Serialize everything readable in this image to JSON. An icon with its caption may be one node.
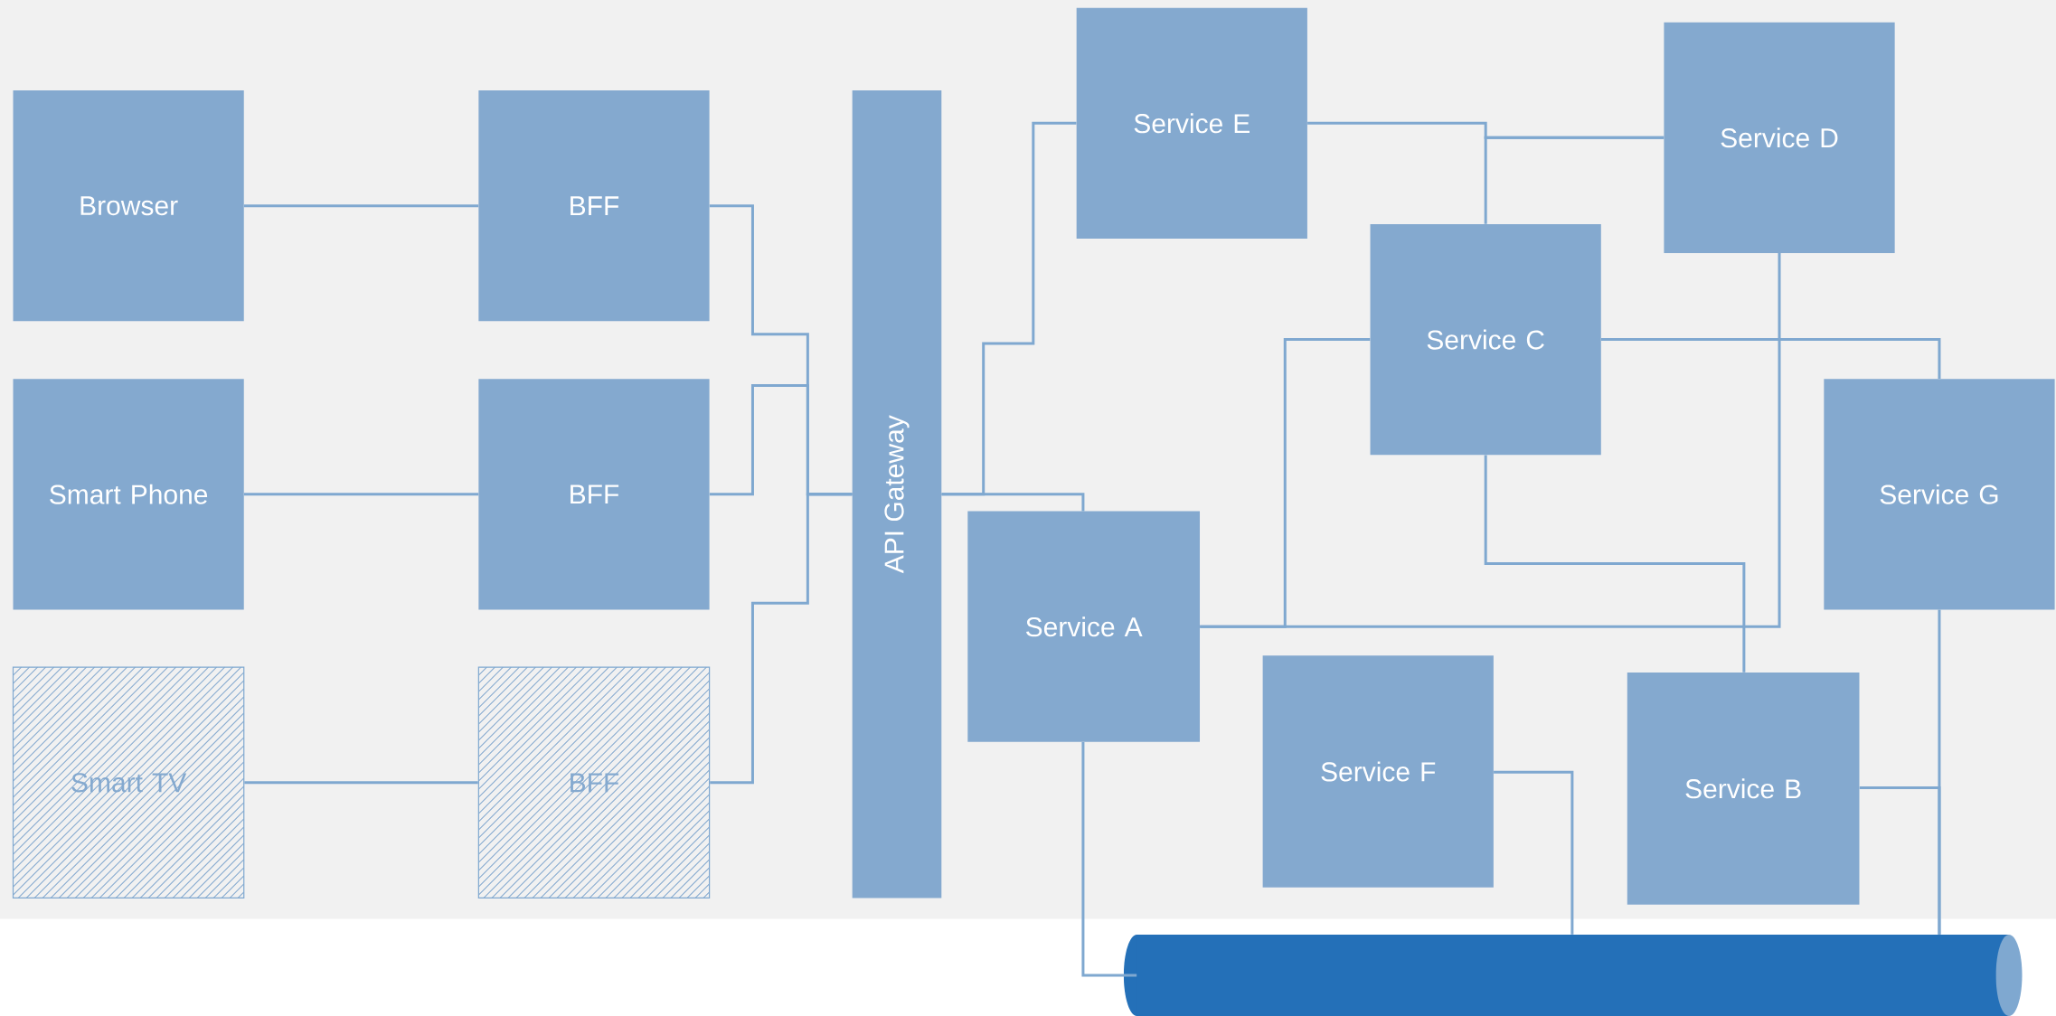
{
  "diagram": {
    "nodes": [
      {
        "text": [
          "Browser"
        ]
      },
      {
        "text": [
          "Smart Phone"
        ]
      },
      {
        "text": [
          "Smart TV"
        ]
      },
      {
        "text": [
          "BFF"
        ]
      },
      {
        "text": [
          "BFF"
        ]
      },
      {
        "text": [
          "BFF"
        ]
      },
      {
        "text": [
          "API Gateway"
        ]
      },
      {
        "text": [
          "Service E"
        ]
      },
      {
        "text": [
          "Service D"
        ]
      },
      {
        "text": [
          "Service C"
        ]
      },
      {
        "text": [
          "Service G"
        ]
      },
      {
        "text": [
          "Service A"
        ]
      },
      {
        "text": [
          "Service F"
        ]
      },
      {
        "text": [
          "Service B"
        ]
      },
      {
        "text": [],
        "shape": "cylinder"
      }
    ],
    "edges": [
      {
        "from": 0,
        "to": 3,
        "arrow": "none"
      },
      {
        "from": 1,
        "to": 4,
        "arrow": "none"
      },
      {
        "from": 2,
        "to": 5,
        "arrow": "none"
      },
      {
        "from": 3,
        "to": 6,
        "arrow": "none"
      },
      {
        "from": 4,
        "to": 6,
        "arrow": "none"
      },
      {
        "from": 5,
        "to": 6,
        "arrow": "none"
      },
      {
        "from": 6,
        "to": 7,
        "arrow": "none"
      },
      {
        "from": 6,
        "to": 11,
        "arrow": "none"
      },
      {
        "from": 7,
        "to": 8,
        "arrow": "none"
      },
      {
        "from": 8,
        "to": 9,
        "arrow": "none"
      },
      {
        "from": 9,
        "to": 10,
        "arrow": "none"
      },
      {
        "from": 9,
        "to": 11,
        "arrow": "none"
      },
      {
        "from": 8,
        "to": 11,
        "arrow": "none"
      },
      {
        "from": 9,
        "to": 13,
        "arrow": "none"
      },
      {
        "from": 11,
        "to": 14,
        "arrow": "none"
      },
      {
        "from": 12,
        "to": 14,
        "arrow": "none"
      },
      {
        "from": 10,
        "to": 14,
        "arrow": "none"
      },
      {
        "from": 13,
        "to": 14,
        "arrow": "none"
      }
    ]
  }
}
